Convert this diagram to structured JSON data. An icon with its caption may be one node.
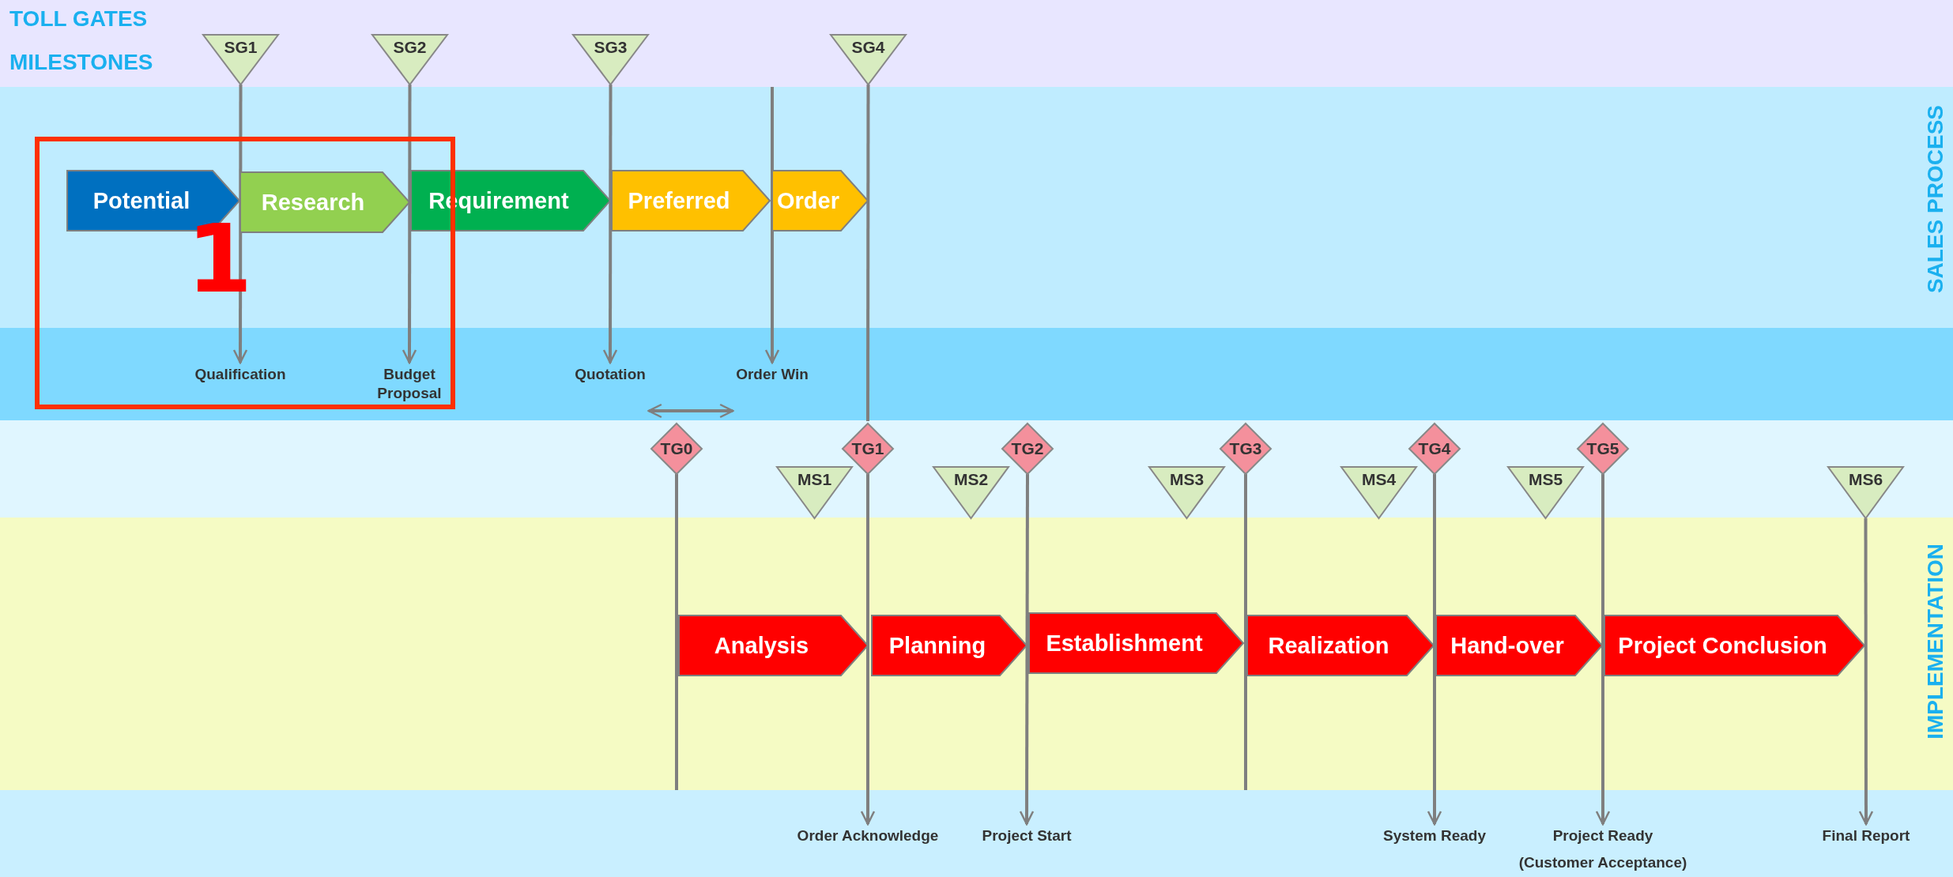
{
  "diagram": {
    "nodes": [
      {
        "text": [
          "TOLL GATES",
          "MILESTONES"
        ]
      },
      {
        "text": [
          "SG1"
        ],
        "in": 0
      },
      {
        "text": [
          "SG2"
        ],
        "in": 0
      },
      {
        "text": [
          "SG3"
        ],
        "in": 0
      },
      {
        "text": [
          "SG4"
        ],
        "in": 0
      },
      {
        "text": [
          "SALES PROCESS"
        ]
      },
      {
        "text": [
          "Potential"
        ],
        "in": 5
      },
      {
        "text": [
          "Research"
        ],
        "in": 5
      },
      {
        "text": [
          "Requirement"
        ],
        "in": 5
      },
      {
        "text": [
          "Preferred"
        ],
        "in": 5
      },
      {
        "text": [
          "Order"
        ],
        "in": 5
      },
      {
        "text": [
          "Qualification"
        ]
      },
      {
        "text": [
          "Budget Proposal"
        ]
      },
      {
        "text": [
          "Quotation"
        ]
      },
      {
        "text": [
          "Order Win"
        ]
      },
      {
        "text": [
          "TG0"
        ]
      },
      {
        "text": [
          "TG1"
        ]
      },
      {
        "text": [
          "MS1"
        ]
      },
      {
        "text": [
          "TG2"
        ]
      },
      {
        "text": [
          "MS2"
        ]
      },
      {
        "text": [
          "MS3"
        ]
      },
      {
        "text": [
          "TG3"
        ]
      },
      {
        "text": [
          "MS4"
        ]
      },
      {
        "text": [
          "TG4"
        ]
      },
      {
        "text": [
          "MS5"
        ]
      },
      {
        "text": [
          "TG5"
        ]
      },
      {
        "text": [
          "MS6"
        ]
      },
      {
        "text": [
          "IMPLEMENTATION"
        ]
      },
      {
        "text": [
          "Analysis"
        ],
        "in": 27
      },
      {
        "text": [
          "Planning"
        ],
        "in": 27
      },
      {
        "text": [
          "Establishment"
        ],
        "in": 27
      },
      {
        "text": [
          "Realization"
        ],
        "in": 27
      },
      {
        "text": [
          "Hand-over"
        ],
        "in": 27
      },
      {
        "text": [
          "Project Conclusion"
        ],
        "in": 27
      },
      {
        "text": [
          "Order Acknowledge"
        ]
      },
      {
        "text": [
          "Project Start"
        ]
      },
      {
        "text": [
          "System Ready"
        ]
      },
      {
        "text": [
          "Project Ready",
          "(Customer Acceptance)"
        ]
      },
      {
        "text": [
          "Final Report"
        ]
      }
    ],
    "edges": [
      {
        "from": 1,
        "to": 11,
        "arrow": "to"
      },
      {
        "from": 2,
        "to": 12,
        "arrow": "to"
      },
      {
        "from": 3,
        "to": 13,
        "arrow": "to"
      },
      {
        "from": 0,
        "to": 14,
        "arrow": "to"
      },
      {
        "from": 4,
        "to": 16,
        "arrow": "none"
      },
      {
        "from": 15,
        "to": 27,
        "arrow": "none"
      },
      {
        "from": 16,
        "to": 34,
        "arrow": "to"
      },
      {
        "from": 18,
        "to": 35,
        "arrow": "to"
      },
      {
        "from": 21,
        "to": 27,
        "arrow": "none"
      },
      {
        "from": 23,
        "to": 36,
        "arrow": "to"
      },
      {
        "from": 25,
        "to": 37,
        "arrow": "to"
      },
      {
        "from": 26,
        "to": 38,
        "arrow": "to"
      },
      {
        "from": 13,
        "to": 14,
        "arrow": "both"
      }
    ],
    "labels": [
      "1"
    ]
  }
}
